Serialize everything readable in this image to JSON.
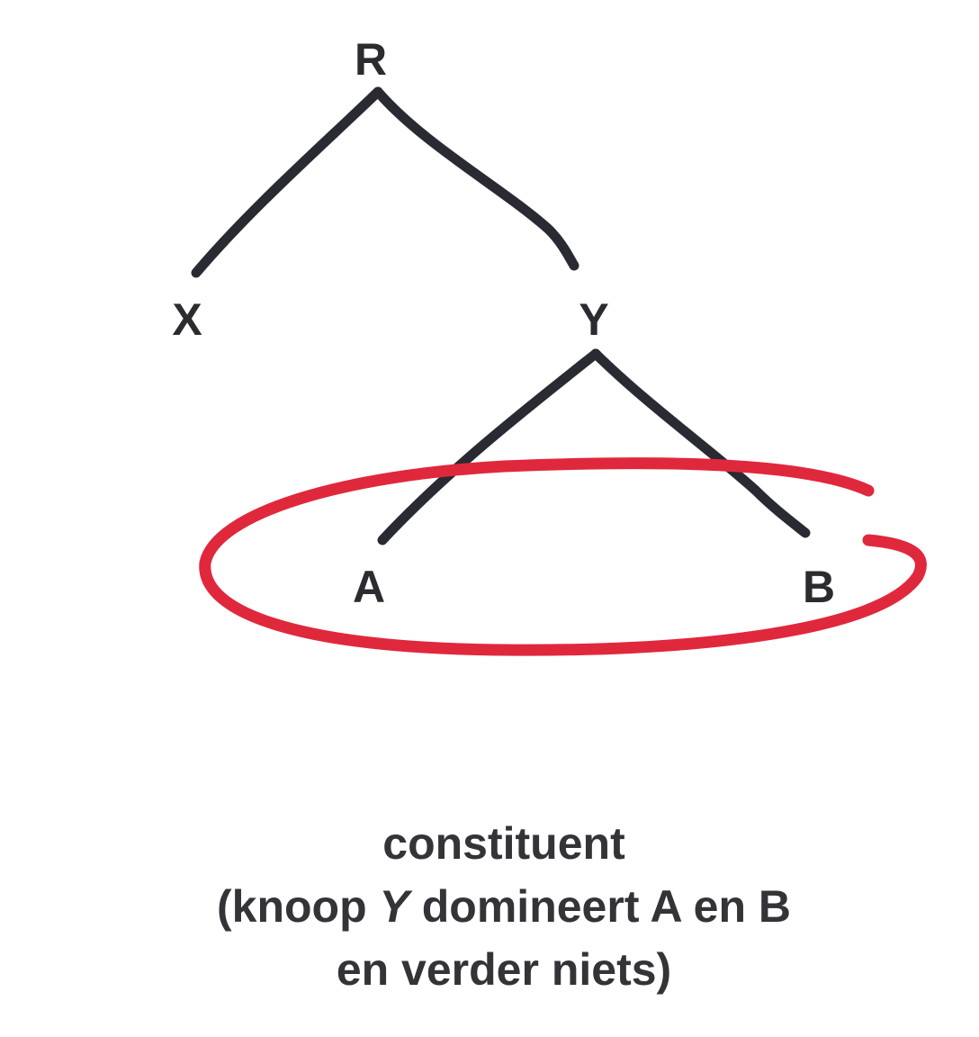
{
  "tree": {
    "nodes": {
      "root": "R",
      "left": "X",
      "right": "Y",
      "leaf_a": "A",
      "leaf_b": "B"
    },
    "branch_color": "#2a2a33",
    "highlight_color": "#e0283c"
  },
  "caption": {
    "line1": "constituent",
    "line2_pre": "(knoop ",
    "line2_node": "Y",
    "line2_post": " domineert A en B",
    "line3": "en verder niets)"
  }
}
